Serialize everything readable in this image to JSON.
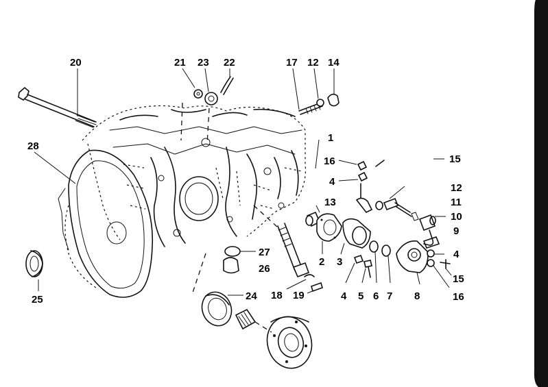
{
  "diagram": {
    "callouts": [
      "20",
      "21",
      "23",
      "22",
      "17",
      "12",
      "14",
      "1",
      "16",
      "15",
      "4",
      "12",
      "11",
      "13",
      "10",
      "9",
      "4",
      "15",
      "16",
      "28",
      "27",
      "26",
      "25",
      "24",
      "18",
      "19",
      "2",
      "3",
      "4",
      "5",
      "6",
      "7",
      "8"
    ],
    "colors": {
      "ink": "#111111",
      "background": "#ffffff",
      "edge_bar": "#000000"
    }
  }
}
